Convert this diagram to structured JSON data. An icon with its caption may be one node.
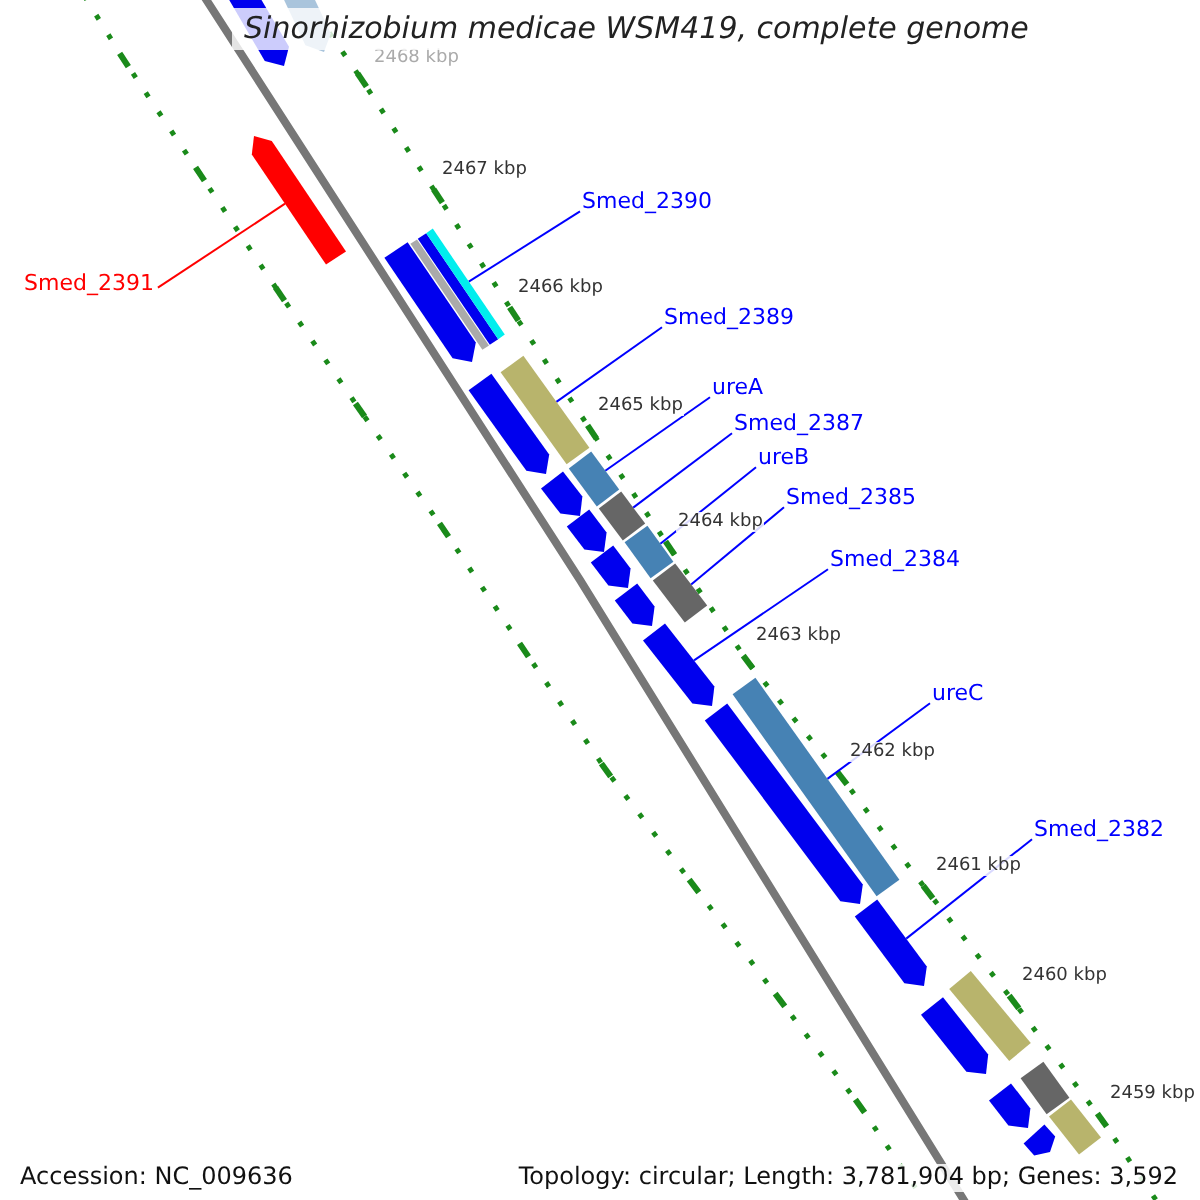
{
  "diagram": {
    "title": "Sinorhizobium medicae WSM419, complete genome",
    "nodes": [
      {
        "text": [
          "Smed_2390"
        ]
      },
      {
        "text": [
          "Smed_2391"
        ]
      },
      {
        "text": [
          "Smed_2389"
        ]
      },
      {
        "text": [
          "ureA"
        ]
      },
      {
        "text": [
          "Smed_2387"
        ]
      },
      {
        "text": [
          "ureB"
        ]
      },
      {
        "text": [
          "Smed_2385"
        ]
      },
      {
        "text": [
          "Smed_2384"
        ]
      },
      {
        "text": [
          "ureC"
        ]
      },
      {
        "text": [
          "Smed_2382"
        ]
      },
      {
        "text": [],
        "shape": "bar"
      },
      {
        "text": [],
        "shape": "bar"
      },
      {
        "text": [],
        "shape": "bar"
      },
      {
        "text": [],
        "shape": "bar"
      },
      {
        "text": [],
        "shape": "bar"
      },
      {
        "text": [],
        "shape": "bar"
      },
      {
        "text": [],
        "shape": "bar"
      },
      {
        "text": [],
        "shape": "bar"
      },
      {
        "text": [],
        "shape": "bar"
      },
      {
        "text": [],
        "shape": "bar"
      },
      {
        "text": [],
        "shape": "bar"
      },
      {
        "text": [],
        "shape": "bar"
      },
      {
        "text": [],
        "shape": "bar"
      },
      {
        "text": [],
        "shape": "bar"
      },
      {
        "text": [],
        "shape": "bar"
      },
      {
        "text": [],
        "shape": "bar"
      },
      {
        "text": [],
        "shape": "bar"
      },
      {
        "text": [],
        "shape": "bar"
      },
      {
        "text": [],
        "shape": "bar"
      },
      {
        "text": [],
        "shape": "bar"
      },
      {
        "text": [],
        "shape": "bar"
      },
      {
        "text": [],
        "shape": "bar"
      },
      {
        "text": [],
        "shape": "bar"
      },
      {
        "text": [],
        "shape": "bar"
      },
      {
        "text": [],
        "shape": "bar"
      }
    ],
    "edges": [
      {
        "from": 0,
        "to": 10,
        "arrow": "none"
      },
      {
        "from": 1,
        "to": 11,
        "arrow": "none",
        "color": "#ff0000"
      },
      {
        "from": 2,
        "to": 12,
        "arrow": "none"
      },
      {
        "from": 3,
        "to": 13,
        "arrow": "none"
      },
      {
        "from": 4,
        "to": 14,
        "arrow": "none"
      },
      {
        "from": 5,
        "to": 15,
        "arrow": "none"
      },
      {
        "from": 6,
        "to": 16,
        "arrow": "none"
      },
      {
        "from": 7,
        "to": 17,
        "arrow": "none"
      },
      {
        "from": 8,
        "to": 18,
        "arrow": "none"
      },
      {
        "from": 9,
        "to": 19,
        "arrow": "none"
      }
    ],
    "labels": [
      "2468 kbp",
      "2467 kbp",
      "2466 kbp",
      "2465 kbp",
      "2464 kbp",
      "2463 kbp",
      "2462 kbp",
      "2461 kbp",
      "2460 kbp",
      "2459 kbp",
      "Accession: NC_009636",
      "Topology: circular; Length: 3,781,904 bp; Genes: 3,592"
    ]
  }
}
